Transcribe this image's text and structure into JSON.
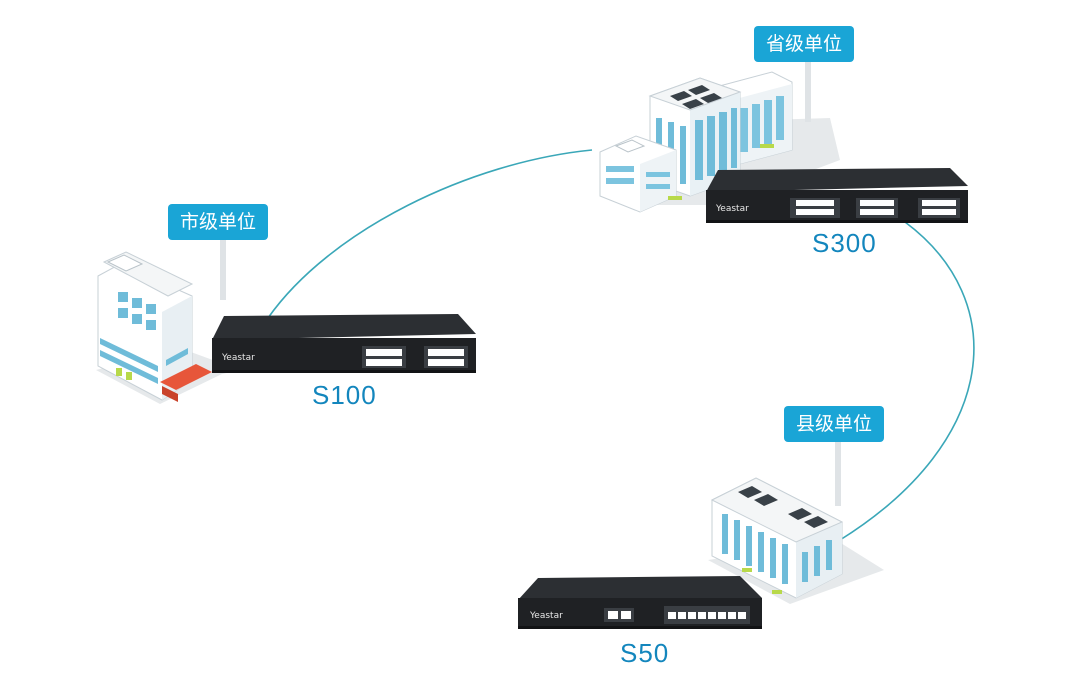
{
  "nodes": {
    "province": {
      "tag": "省级单位",
      "device": "S300"
    },
    "city": {
      "tag": "市级单位",
      "device": "S100"
    },
    "county": {
      "tag": "县级单位",
      "device": "S50"
    }
  },
  "brand": "Yeastar",
  "colors": {
    "tag_bg": "#1aa5d6",
    "model_text": "#1386bd",
    "link_line": "#3aa7b8",
    "device_body": "#1f2124"
  }
}
